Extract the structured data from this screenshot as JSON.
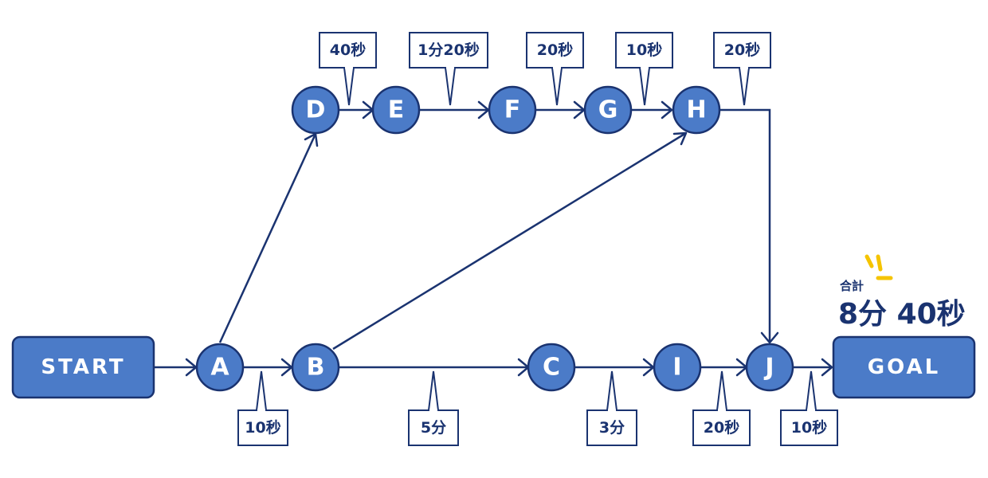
{
  "colors": {
    "node_fill": "#4b7bc8",
    "line": "#1a3370",
    "accent_spark": "#f5c400",
    "text_on_node": "#ffffff"
  },
  "terminals": {
    "start": "START",
    "goal": "GOAL"
  },
  "nodes": {
    "A": "A",
    "B": "B",
    "C": "C",
    "D": "D",
    "E": "E",
    "F": "F",
    "G": "G",
    "H": "H",
    "I": "I",
    "J": "J"
  },
  "durations": {
    "d_e": "40秒",
    "e_f": "1分20秒",
    "f_g": "20秒",
    "g_h": "10秒",
    "h_j": "20秒",
    "a_b": "10秒",
    "b_c": "5分",
    "c_i": "3分",
    "i_j": "20秒",
    "j_goal": "10秒"
  },
  "total": {
    "caption": "合計",
    "value": "8分 40秒"
  },
  "spark_icon": "emphasis-lines"
}
